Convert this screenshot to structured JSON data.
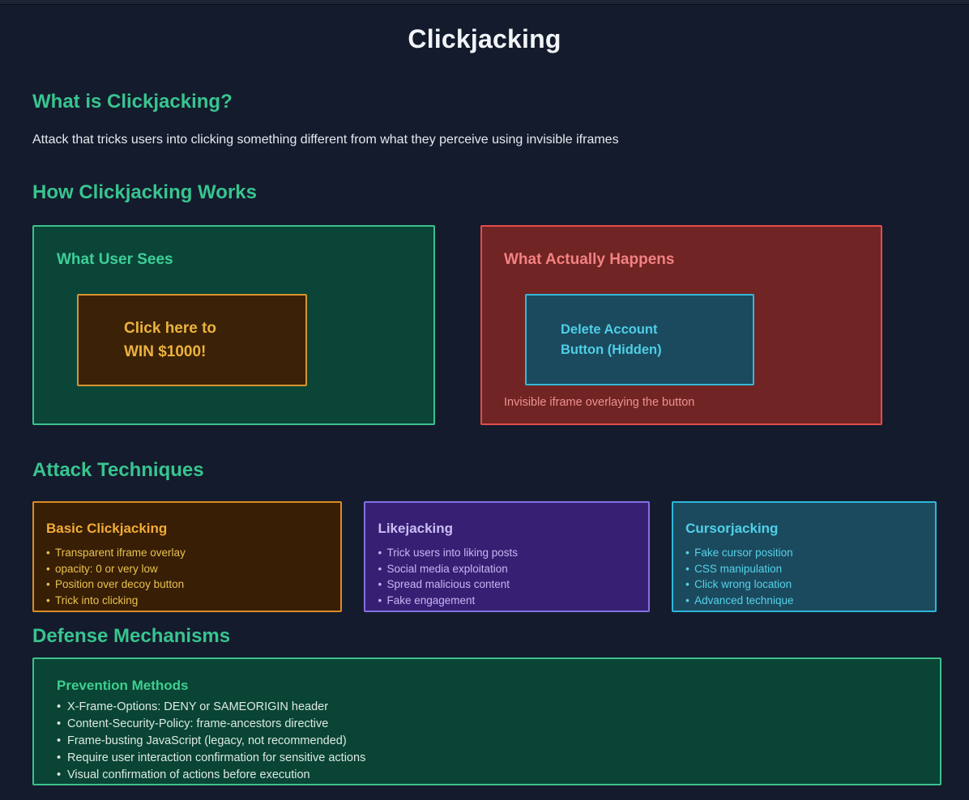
{
  "page_title": "Clickjacking",
  "colors": {
    "background": "#141b2c",
    "heading_green": "#38c48f",
    "panel_green_border": "#3cc18d",
    "panel_red_border": "#e34c4c",
    "decoy_amber": "#ebb23f",
    "hidden_cyan": "#4ecfe6",
    "likejacking_purple": "#8270e6",
    "cursorjacking_cyan": "#2fb6d9"
  },
  "intro": {
    "heading": "What is Clickjacking?",
    "description": "Attack that tricks users into clicking something different from what they perceive using invisible iframes"
  },
  "how_it_works": {
    "heading": "How Clickjacking Works",
    "user_view": {
      "title": "What User Sees",
      "button_line1": "Click here to",
      "button_line2": "WIN $1000!"
    },
    "reality_view": {
      "title": "What Actually Happens",
      "hidden_line1": "Delete Account",
      "hidden_line2": "Button (Hidden)",
      "caption": "Invisible iframe overlaying the button"
    }
  },
  "attack_techniques": {
    "heading": "Attack Techniques",
    "cards": [
      {
        "title": "Basic Clickjacking",
        "items": [
          "Transparent iframe overlay",
          "opacity: 0 or very low",
          "Position over decoy button",
          "Trick into clicking"
        ]
      },
      {
        "title": "Likejacking",
        "items": [
          "Trick users into liking posts",
          "Social media exploitation",
          "Spread malicious content",
          "Fake engagement"
        ]
      },
      {
        "title": "Cursorjacking",
        "items": [
          "Fake cursor position",
          "CSS manipulation",
          "Click wrong location",
          "Advanced technique"
        ]
      }
    ]
  },
  "defense": {
    "heading": "Defense Mechanisms",
    "box_title": "Prevention Methods",
    "items": [
      "X-Frame-Options: DENY or SAMEORIGIN header",
      "Content-Security-Policy: frame-ancestors directive",
      "Frame-busting JavaScript (legacy, not recommended)",
      "Require user interaction confirmation for sensitive actions",
      "Visual confirmation of actions before execution"
    ]
  }
}
